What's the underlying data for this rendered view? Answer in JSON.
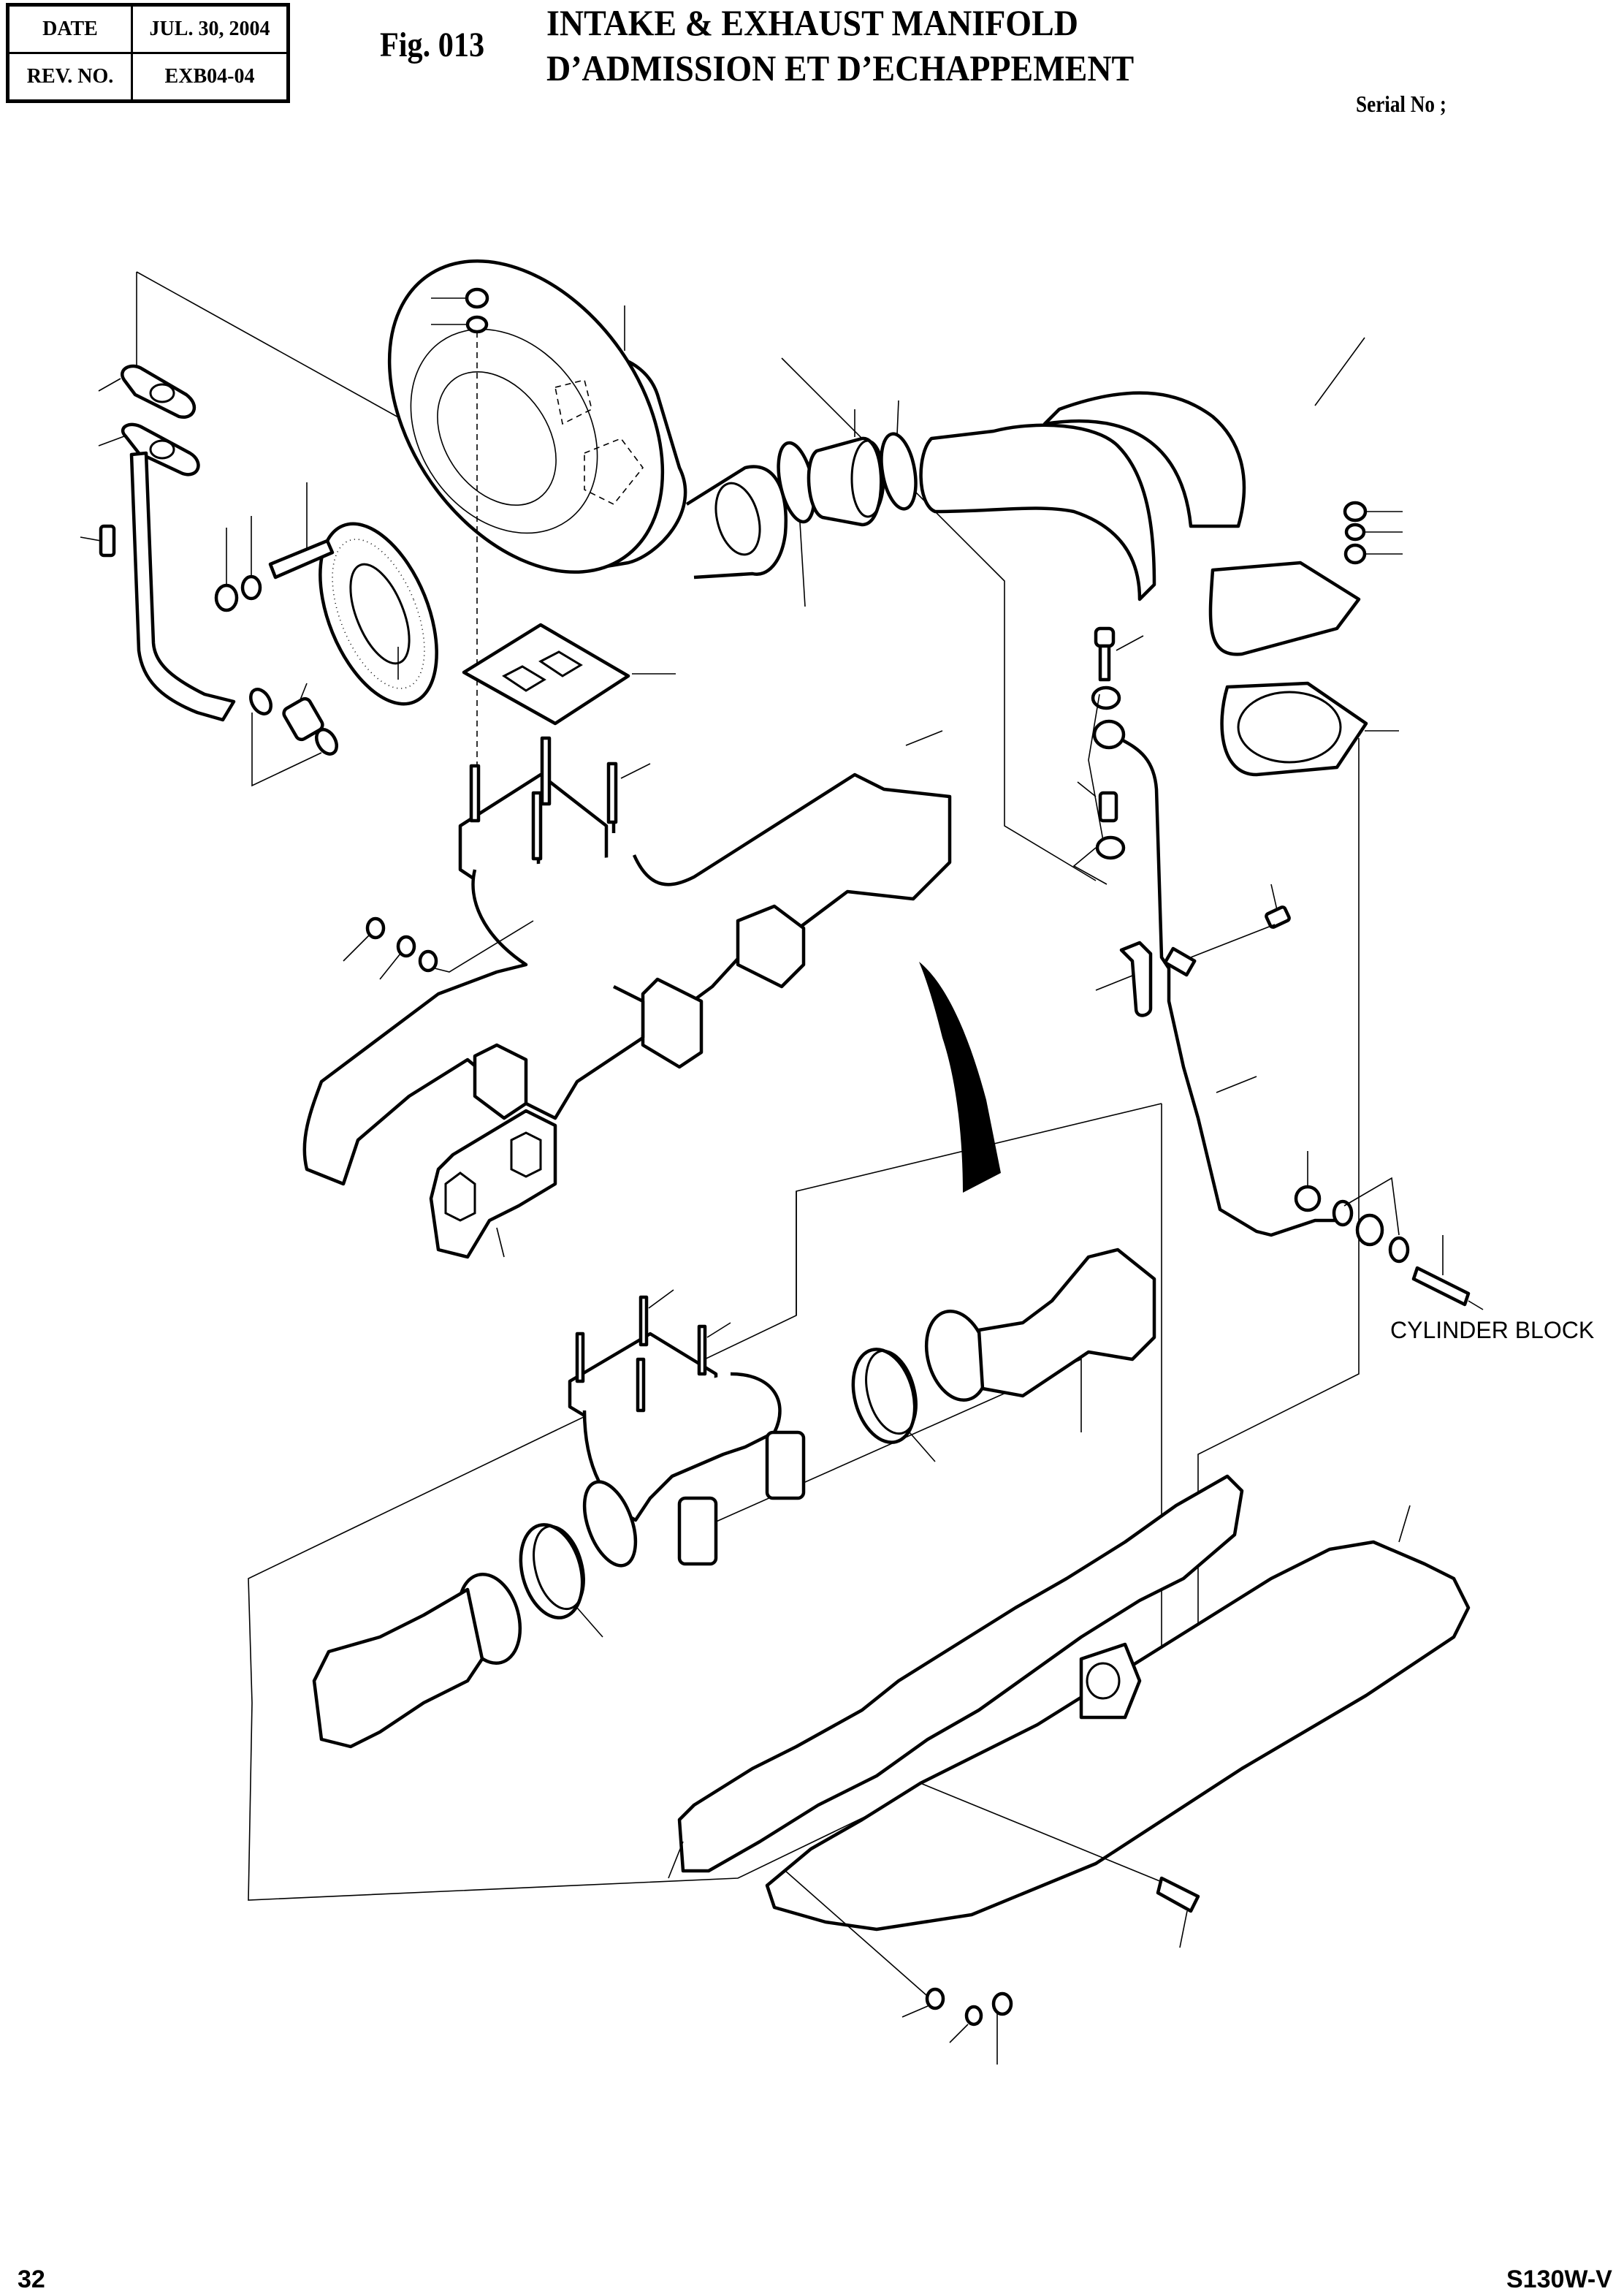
{
  "header": {
    "date_label": "DATE",
    "date_value": "JUL. 30, 2004",
    "rev_label": "REV. NO.",
    "rev_value": "EXB04-04",
    "figure": "Fig. 013",
    "title_en": "INTAKE & EXHAUST MANIFOLD",
    "title_fr": "D’ADMISSION ET D’ECHAPPEMENT",
    "serial_label": "Serial No ;"
  },
  "diagram": {
    "callout_labels": [
      "CYLINDER BLOCK"
    ],
    "parts": [
      "turbocharger",
      "turbo-flange-gasket",
      "turbo-mounting-stud",
      "washer",
      "nut",
      "oil-drain-tube",
      "oil-drain-gasket",
      "hose-clamp",
      "hose",
      "intake-hose",
      "intake-elbow-pipe",
      "elbow-flange-gasket",
      "banjo-bolt",
      "oil-feed-line",
      "line-clamp",
      "bracket",
      "exhaust-manifold",
      "exhaust-manifold-gasket",
      "exhaust-manifold-center-section",
      "seal-ring",
      "sleeve",
      "exhaust-manifold-end-section",
      "intake-manifold-gasket",
      "intake-manifold",
      "flange-bolt",
      "connector-stud",
      "indicator-arrow"
    ]
  },
  "footer": {
    "page_number": "32",
    "model": "S130W-V"
  }
}
